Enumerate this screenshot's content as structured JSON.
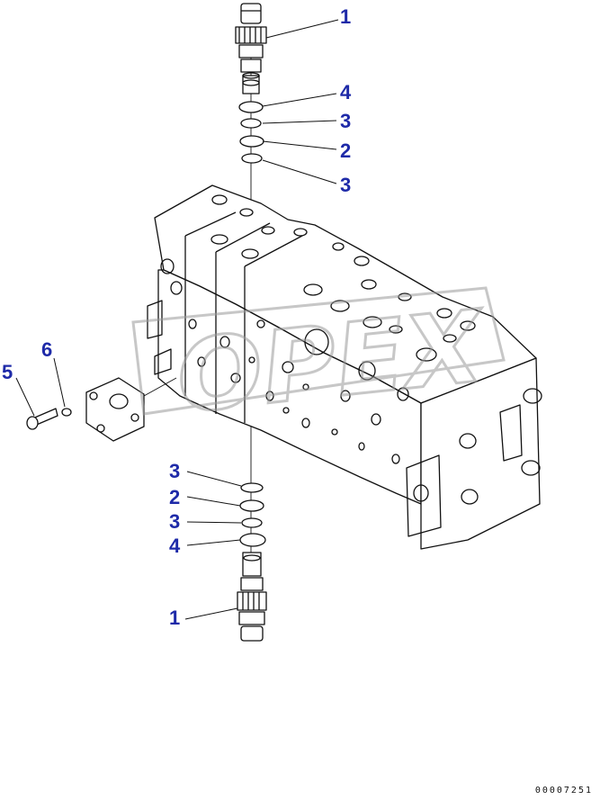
{
  "diagram": {
    "callouts": {
      "c1_top": "1",
      "c4_top": "4",
      "c3_top_a": "3",
      "c2_top": "2",
      "c3_top_b": "3",
      "c6_left": "6",
      "c5_left": "5",
      "c3_bot_a": "3",
      "c2_bot": "2",
      "c3_bot_b": "3",
      "c4_bot": "4",
      "c1_bot": "1"
    },
    "watermark_text": "OPEX",
    "drawing_number": "00007251"
  },
  "colors": {
    "callout": "#1e2aa8",
    "line": "#111111",
    "watermark": "#9a9a9a"
  }
}
